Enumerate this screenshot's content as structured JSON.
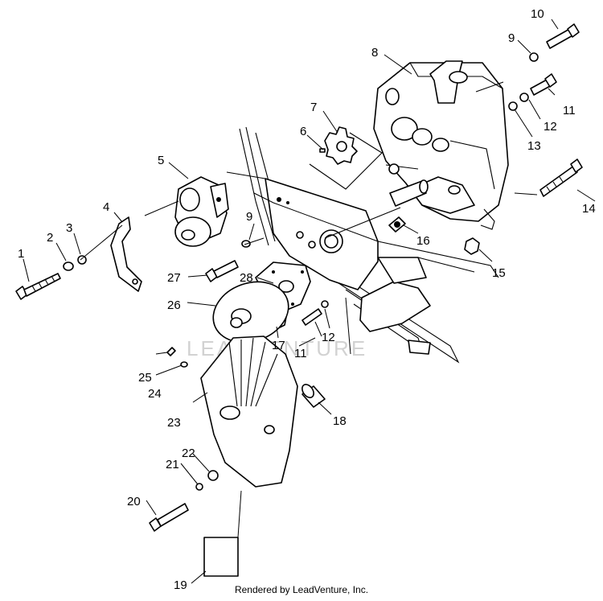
{
  "credit": "Rendered by LeadVenture, Inc.",
  "watermark": "LEADVENTURE",
  "callouts": {
    "c1": "1",
    "c2": "2",
    "c3": "3",
    "c4": "4",
    "c5": "5",
    "c6": "6",
    "c7": "7",
    "c8": "8",
    "c9a": "9",
    "c9b": "9",
    "c10": "10",
    "c11a": "11",
    "c11b": "11",
    "c12a": "12",
    "c12b": "12",
    "c13": "13",
    "c14": "14",
    "c15": "15",
    "c16": "16",
    "c17": "17",
    "c18": "18",
    "c19": "19",
    "c20": "20",
    "c21": "21",
    "c22": "22",
    "c23": "23",
    "c24": "24",
    "c25": "25",
    "c26": "26",
    "c27": "27",
    "c28": "28"
  }
}
